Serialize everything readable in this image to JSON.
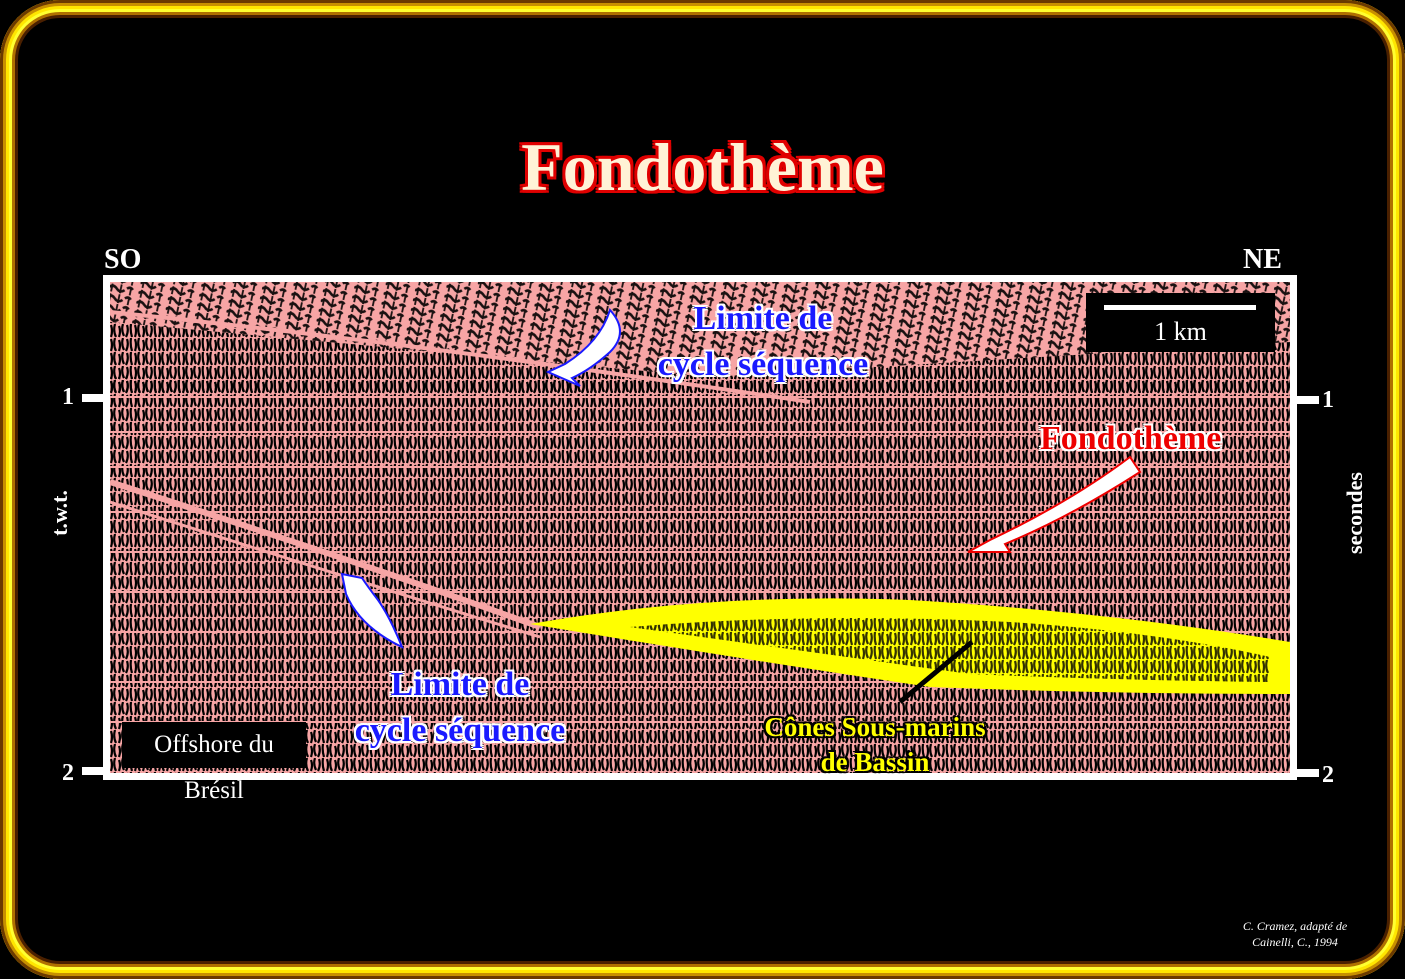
{
  "title": "Fondothème",
  "orientation": {
    "left": "SO",
    "right": "NE"
  },
  "axis": {
    "left_label": "t.w.t.",
    "right_label": "secondes",
    "ticks": [
      "1",
      "2"
    ]
  },
  "scale_bar": {
    "label": "1 km"
  },
  "annotations": {
    "upper_boundary": [
      "Limite de",
      "cycle séquence"
    ],
    "lower_boundary": [
      "Limite de",
      "cycle séquence"
    ],
    "fondotheme": "Fondothème",
    "cones": [
      "Cônes Sous-marins",
      "de Bassin"
    ],
    "location": "Offshore du Brésil"
  },
  "credit": [
    "C. Cramez, adapté de",
    "Cainelli, C., 1994"
  ],
  "colors": {
    "seismic_bg": "#f7a5a5",
    "cone_fill": "#ffff00",
    "frame": "#ffe600",
    "title_outline": "#e00000"
  }
}
